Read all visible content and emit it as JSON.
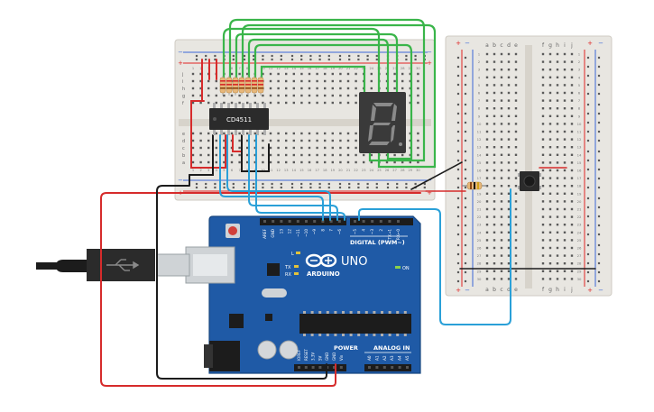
{
  "colors": {
    "background": "#ffffff",
    "breadboard": "#e8e6e1",
    "breadboard_hole": "#5a5a5a",
    "rail_red": "#e02424",
    "rail_blue": "#3a66d8",
    "arduino_blue": "#1f5aa6",
    "arduino_dark": "#17467f",
    "wire_green": "#3ab54a",
    "wire_blue": "#2aa0d8",
    "wire_red": "#d62b2b",
    "wire_black": "#1c1c1c",
    "chip": "#2b2b2b",
    "display_body": "#3a3a3a",
    "display_segment": "#8a8a8a",
    "resistor_body": "#e7b77a",
    "usb_plug": "#2b2b2b",
    "usb_metal": "#cfd3d6"
  },
  "chip": {
    "label": "CD4511"
  },
  "breadboard_left": {
    "col_letters_top": [
      "j",
      "i",
      "h",
      "g",
      "f"
    ],
    "col_letters_bottom": [
      "e",
      "d",
      "c",
      "b",
      "a"
    ],
    "row_numbers": [
      "1",
      "2",
      "3",
      "4",
      "5",
      "6",
      "7",
      "8",
      "9",
      "10",
      "11",
      "12",
      "13",
      "14",
      "15",
      "16",
      "17",
      "18",
      "19",
      "20",
      "21",
      "22",
      "23",
      "24",
      "25",
      "26",
      "27",
      "28",
      "29",
      "30"
    ]
  },
  "breadboard_right": {
    "col_letters_left": [
      "a",
      "b",
      "c",
      "d",
      "e"
    ],
    "col_letters_right": [
      "f",
      "g",
      "h",
      "i",
      "j"
    ],
    "row_numbers": [
      "1",
      "2",
      "3",
      "4",
      "5",
      "6",
      "7",
      "8",
      "9",
      "10",
      "11",
      "12",
      "13",
      "14",
      "15",
      "16",
      "17",
      "18",
      "19",
      "20",
      "21",
      "22",
      "23",
      "24",
      "25",
      "26",
      "27",
      "28",
      "29",
      "30"
    ],
    "rail_plus": "+",
    "rail_minus": "−"
  },
  "arduino": {
    "brand": "ARDUINO",
    "model": "UNO",
    "digital_label": "DIGITAL (PWM~)",
    "power_label": "POWER",
    "analog_label": "ANALOG IN",
    "on_label": "ON",
    "l_label": "L",
    "tx_label": "TX",
    "rx_label": "RX",
    "digital_pins": [
      "AREF",
      "GND",
      "13",
      "12",
      "~11",
      "~10",
      "~9",
      "8",
      "7",
      "~6",
      "~5",
      "4",
      "~3",
      "2",
      "TX→1",
      "RX←0"
    ],
    "power_pins": [
      "IOREF",
      "RESET",
      "3.3V",
      "5V",
      "GND",
      "GND",
      "Vin"
    ],
    "analog_pins": [
      "A0",
      "A1",
      "A2",
      "A3",
      "A4",
      "A5"
    ]
  },
  "display": {
    "digit": "8"
  }
}
